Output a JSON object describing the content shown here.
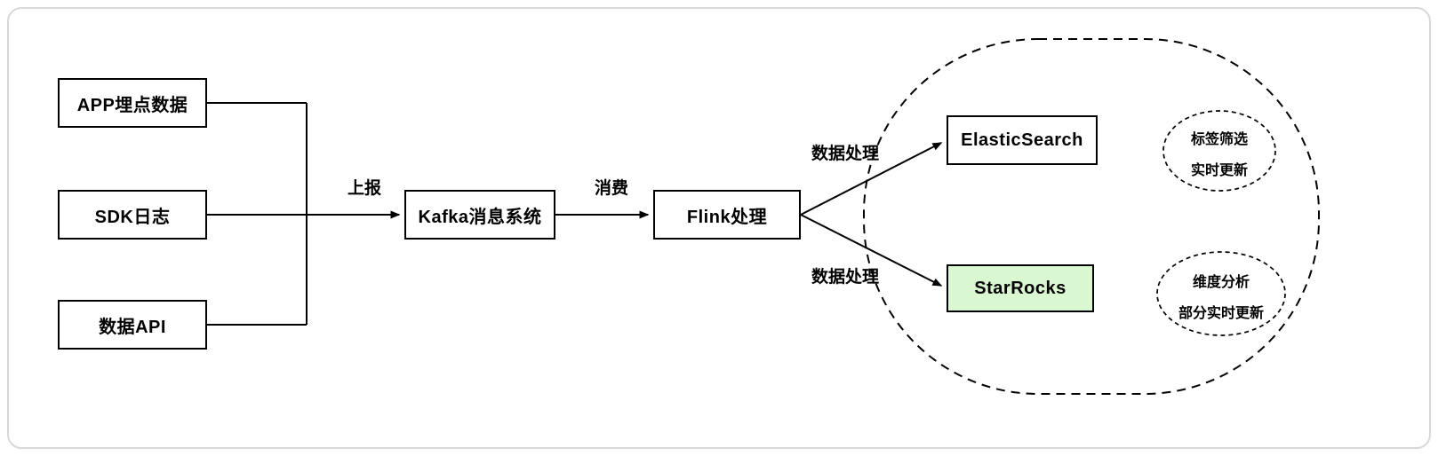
{
  "nodes": {
    "sources": [
      {
        "id": "app",
        "label": "APP埋点数据"
      },
      {
        "id": "sdk",
        "label": "SDK日志"
      },
      {
        "id": "api",
        "label": "数据API"
      }
    ],
    "kafka": {
      "label": "Kafka消息系统"
    },
    "flink": {
      "label": "Flink处理"
    },
    "elasticsearch": {
      "label": "ElasticSearch"
    },
    "starrocks": {
      "label": "StarRocks"
    }
  },
  "edges": {
    "report": {
      "label": "上报"
    },
    "consume": {
      "label": "消费"
    },
    "process_to_es": {
      "label": "数据处理"
    },
    "process_to_sr": {
      "label": "数据处理"
    }
  },
  "annotations": {
    "es_capability": {
      "lines": [
        "标签筛选",
        "实时更新"
      ]
    },
    "sr_capability": {
      "lines": [
        "维度分析",
        "部分实时更新"
      ]
    }
  },
  "colors": {
    "starrocks_fill": "#d9f7d0",
    "node_border": "#000000",
    "frame_border": "#d8d8d8",
    "background": "#ffffff"
  }
}
